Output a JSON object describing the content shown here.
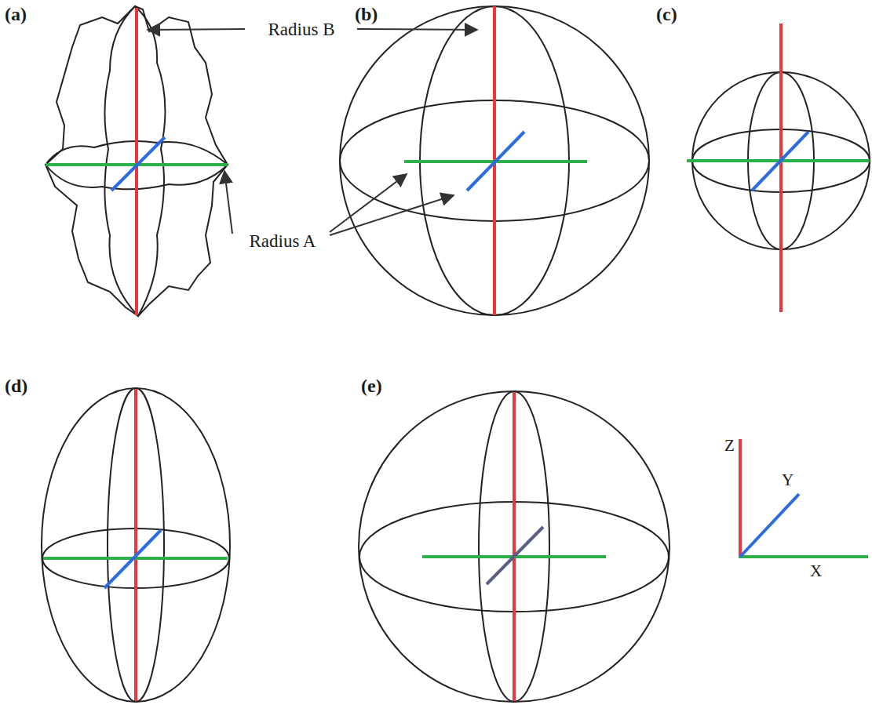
{
  "diagram": {
    "labels": [
      "(a)",
      "(b)",
      "(c)",
      "(d)",
      "(e)",
      "Radius B",
      "Radius A",
      "Z",
      "Y",
      "X"
    ]
  }
}
